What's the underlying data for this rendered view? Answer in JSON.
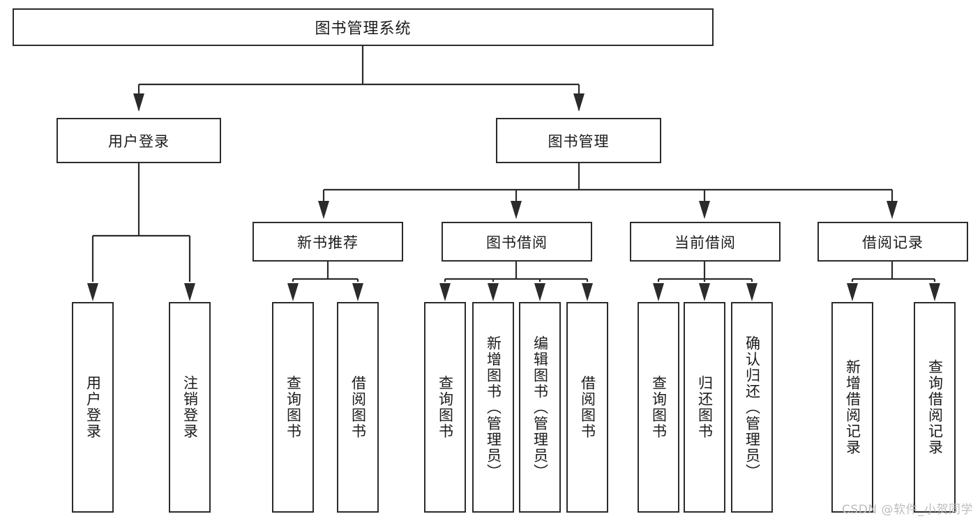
{
  "diagram": {
    "title": "图书管理系统",
    "type": "tree-hierarchy",
    "root": {
      "label": "图书管理系统"
    },
    "level2": [
      {
        "label": "用户登录"
      },
      {
        "label": "图书管理"
      }
    ],
    "level3": [
      {
        "label": "新书推荐"
      },
      {
        "label": "图书借阅"
      },
      {
        "label": "当前借阅"
      },
      {
        "label": "借阅记录"
      }
    ],
    "leaves": {
      "user_login": [
        {
          "label": "用户登录"
        },
        {
          "label": "注销登录"
        }
      ],
      "new_book_recommend": [
        {
          "label": "查询图书"
        },
        {
          "label": "借阅图书"
        }
      ],
      "book_borrow": [
        {
          "label": "查询图书"
        },
        {
          "label": "新增图书（管理员）"
        },
        {
          "label": "编辑图书（管理员）"
        },
        {
          "label": "借阅图书"
        }
      ],
      "current_borrow": [
        {
          "label": "查询图书"
        },
        {
          "label": "归还图书"
        },
        {
          "label": "确认归还（管理员）"
        }
      ],
      "borrow_record": [
        {
          "label": "新增借阅记录"
        },
        {
          "label": "查询借阅记录"
        }
      ]
    }
  },
  "watermark": {
    "text": "CSDN @软件_小贺同学"
  },
  "colors": {
    "stroke": "#2b2b2b",
    "fill": "#ffffff",
    "text": "#1b1b1b",
    "watermark": "#bdbdbd"
  }
}
